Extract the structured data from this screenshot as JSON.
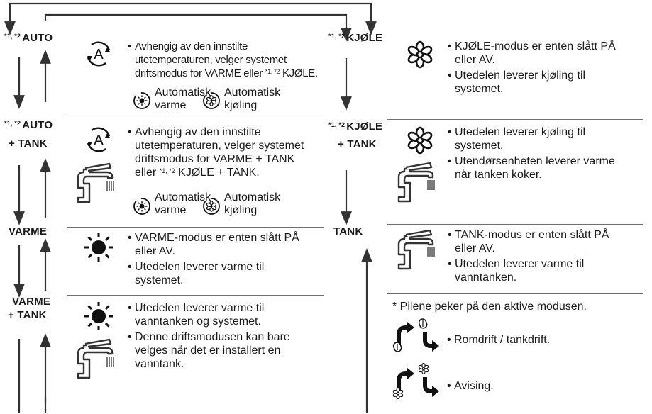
{
  "left_modes": {
    "auto": {
      "sup": "*1, *2",
      "label": "AUTO"
    },
    "auto_tank": {
      "sup": "*1, *2",
      "label1": "AUTO",
      "label2": "+ TANK"
    },
    "varme": {
      "label": "VARME"
    },
    "varme_tank": {
      "label1": "VARME",
      "label2": "+ TANK"
    }
  },
  "right_modes": {
    "kjole": {
      "sup": "*1, *2",
      "label": "KJØLE"
    },
    "kjole_tank": {
      "sup": "*1, *2",
      "label1": "KJØLE",
      "label2": "+ TANK"
    },
    "tank": {
      "label": "TANK"
    }
  },
  "auto": {
    "line1": "Avhengig av den innstilte",
    "line2": "utetemperaturen, velger systemet",
    "line3_a": "driftsmodus for VARME eller ",
    "line3_sup": "*1, *2",
    "line3_b": " KJØLE.",
    "heat_label": "Automatisk",
    "heat_label2": "varme",
    "cool_label": "Automatisk",
    "cool_label2": "kjøling"
  },
  "auto_tank": {
    "line1": "Avhengig av den innstilte",
    "line2": "utetemperaturen, velger systemet",
    "line3": "driftsmodus for VARME + TANK",
    "line4_a": "eller ",
    "line4_sup": "*1, *2",
    "line4_b": " KJØLE + TANK.",
    "heat_label": "Automatisk",
    "heat_label2": "varme",
    "cool_label": "Automatisk",
    "cool_label2": "kjøling"
  },
  "varme": {
    "b1_l1": "VARME-modus er enten slått PÅ",
    "b1_l2": "eller AV.",
    "b2_l1": "Utedelen leverer varme til",
    "b2_l2": "systemet."
  },
  "varme_tank": {
    "b1_l1": "Utedelen leverer varme til",
    "b1_l2": "vanntanken og systemet.",
    "b2_l1": "Denne driftsmodusen kan bare",
    "b2_l2": "velges når det er installert en",
    "b2_l3": "vanntank."
  },
  "kjole": {
    "b1_l1": "KJØLE-modus er enten slått PÅ",
    "b1_l2": "eller AV.",
    "b2_l1": "Utedelen leverer kjøling til",
    "b2_l2": "systemet."
  },
  "kjole_tank": {
    "b1_l1": "Utedelen leverer kjøling til",
    "b1_l2": "systemet.",
    "b2_l1": "Utendørsenheten leverer varme",
    "b2_l2": "når tanken koker."
  },
  "tank": {
    "b1_l1": "TANK-modus er enten slått PÅ",
    "b1_l2": "eller AV.",
    "b2_l1": "Utedelen leverer varme til",
    "b2_l2": "vanntanken."
  },
  "legend": {
    "note": "* Pilene peker på den aktive modusen.",
    "room_tank": "Romdrift / tankdrift.",
    "defrost": "Avising."
  },
  "bullet": "•",
  "icons": [
    "auto-a-icon",
    "snowflake-icon",
    "sun-icon",
    "faucet-icon",
    "auto-heat-icon",
    "auto-cool-icon",
    "room-tank-arrow-icon",
    "defrost-arrow-icon"
  ]
}
